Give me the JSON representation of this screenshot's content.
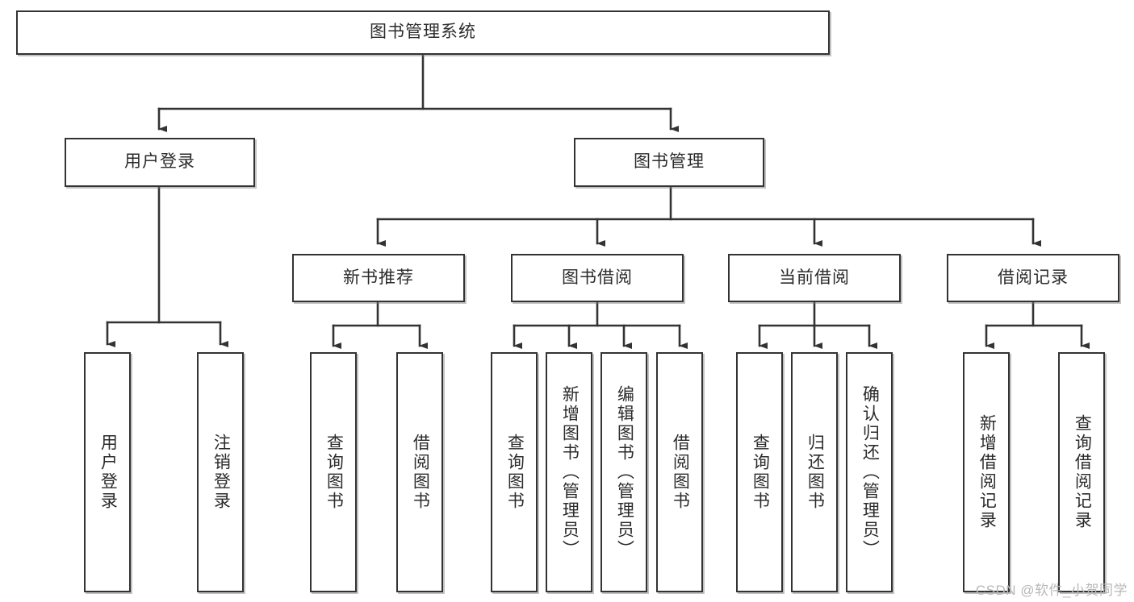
{
  "diagram": {
    "title": "图书管理系统",
    "type": "hierarchy-tree",
    "root": {
      "id": "root",
      "label": "图书管理系统"
    },
    "level2": [
      {
        "id": "user-login",
        "label": "用户登录"
      },
      {
        "id": "book-management",
        "label": "图书管理"
      }
    ],
    "level3": [
      {
        "id": "new-book-recommend",
        "label": "新书推荐"
      },
      {
        "id": "book-borrow",
        "label": "图书借阅"
      },
      {
        "id": "current-borrow",
        "label": "当前借阅"
      },
      {
        "id": "borrow-record",
        "label": "借阅记录"
      }
    ],
    "leaves": {
      "user_login": [
        {
          "id": "leaf-user-login",
          "label": "用户登录"
        },
        {
          "id": "leaf-logout-login",
          "label": "注销登录"
        }
      ],
      "new_book_recommend": [
        {
          "id": "leaf-query-book-1",
          "label": "查询图书"
        },
        {
          "id": "leaf-borrow-book-1",
          "label": "借阅图书"
        }
      ],
      "book_borrow": [
        {
          "id": "leaf-query-book-2",
          "label": "查询图书"
        },
        {
          "id": "leaf-add-book-admin",
          "label": "新增图书（管理员）"
        },
        {
          "id": "leaf-edit-book-admin",
          "label": "编辑图书（管理员）"
        },
        {
          "id": "leaf-borrow-book-2",
          "label": "借阅图书"
        }
      ],
      "current_borrow": [
        {
          "id": "leaf-query-book-3",
          "label": "查询图书"
        },
        {
          "id": "leaf-return-book",
          "label": "归还图书"
        },
        {
          "id": "leaf-confirm-return-admin",
          "label": "确认归还（管理员）"
        }
      ],
      "borrow_record": [
        {
          "id": "leaf-add-borrow-record",
          "label": "新增借阅记录"
        },
        {
          "id": "leaf-query-borrow-record",
          "label": "查询借阅记录"
        }
      ]
    }
  },
  "watermark": {
    "text": "CSDN @软件_小贺同学"
  },
  "colors": {
    "box_border": "#333333",
    "background": "#ffffff",
    "text": "#2b2b2b",
    "watermark": "#b8b8b8"
  }
}
